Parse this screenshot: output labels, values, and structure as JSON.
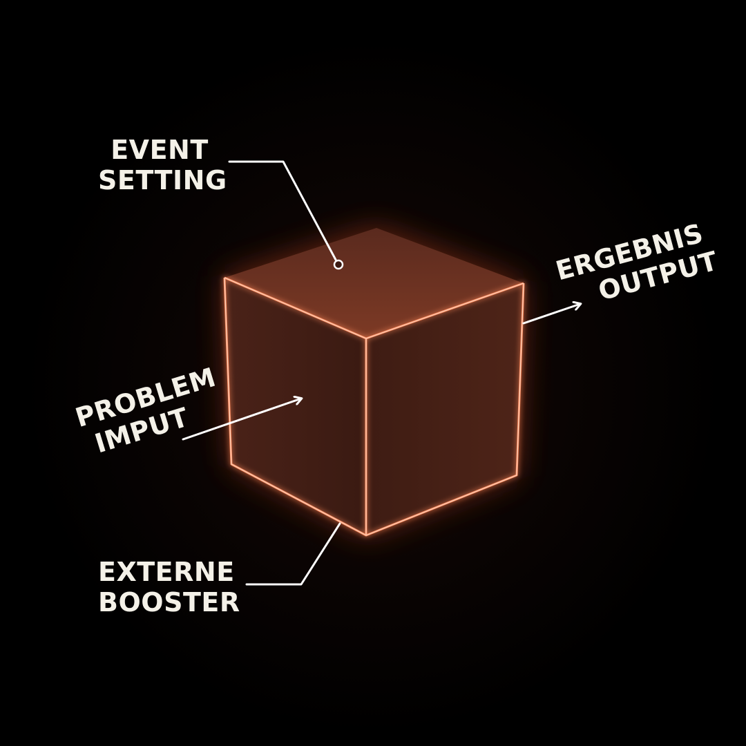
{
  "labels": {
    "event_setting": [
      "EVENT",
      "SETTING"
    ],
    "ergebnis_output": [
      "ERGEBNIS",
      "OUTPUT"
    ],
    "problem_input": [
      "PROBLEM",
      "IMPUT"
    ],
    "externe_booster": [
      "EXTERNE",
      "BOOSTER"
    ]
  },
  "colors": {
    "background": "#000000",
    "glow": "#ff6a3a",
    "edge": "#ffb08a",
    "face": "#7a3420",
    "text": "#f4f1e8",
    "connector": "#ffffff"
  },
  "icons": {
    "cube": "glowing-cube",
    "connector_dot": "ring-dot",
    "arrow_head": "arrow"
  }
}
